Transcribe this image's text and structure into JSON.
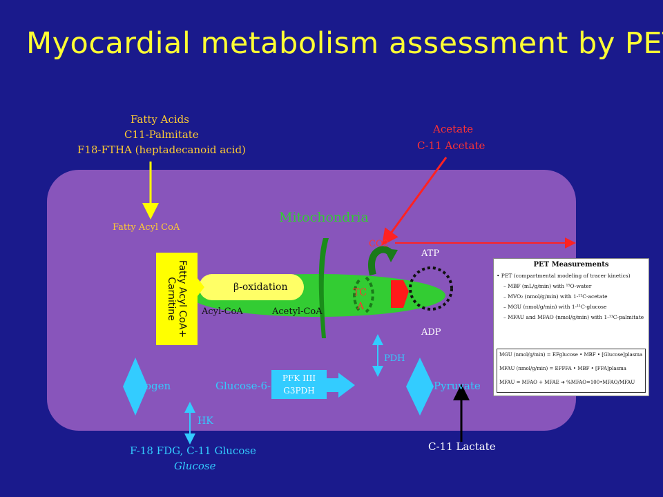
{
  "slide": {
    "title": "Myocardial metabolism assessment by PET"
  },
  "labels": {
    "fatty_acids": "Fatty Acids",
    "c11_palmitate": "C11-Palmitate",
    "f18_ftha": "F18-FTHA (heptadecanoid acid)",
    "acetate": "Acetate",
    "c11_acetate": "C-11 Acetate",
    "mitochondria": "Mitochondria",
    "fatty_acyl_coa": "Fatty Acyl CoA",
    "co2": "CO2",
    "atp": "ATP",
    "adp": "ADP",
    "beta_oxidation": "β-oxidation",
    "acyl_coa": "Acyl-CoA",
    "acetyl_coa": "Acetyl-CoA",
    "tca_line1": "TC",
    "tca_line2": "A",
    "carnitine_line1": "Fatty Acyl CoA+",
    "carnitine_line2": "Carnitine",
    "pdh": "PDH",
    "glycogen": "ogen",
    "glucose6": "Glucose-6-",
    "pfk_line1": "PFK IIII",
    "pfk_line2": "G3PDH",
    "pyruvate": "Pyruvate",
    "hk": "HK",
    "fdg": "F-18 FDG, C-11 Glucose",
    "glucose": "Glucose",
    "lactate": "C-11 Lactate"
  },
  "pet_panel": {
    "title": "PET Measurements",
    "items": [
      "• PET (compartmental modeling of tracer kinetics)",
      "– MBF (mL/g/min) with ¹⁵O-water",
      "– MVO₂ (nmol/g/min) with 1-¹¹C-acetate",
      "– MGU (nmol/g/min) with 1-¹¹C-glucose",
      "– MFAU and MFAO (nmol/g/min) with 1-¹¹C-palmitate"
    ],
    "formulas": [
      "MGU (nmol/g/min) = EFglucose • MBF • [Glucose]plasma",
      "MFAU (nmol/g/min) = EFFFA • MBF • [FFA]plasma",
      "MFAU = MFAO + MFAE  ➔ %MFAO=100•MFAO/MFAU"
    ]
  },
  "colors": {
    "background": "#1a1a8c",
    "cell": "#8855bb",
    "mitochondria": "#33cc33",
    "title": "#ffff33",
    "fatty_acid_path": "#ffcc33",
    "acetate_path": "#ff3333",
    "glucose_path": "#33ccff"
  }
}
